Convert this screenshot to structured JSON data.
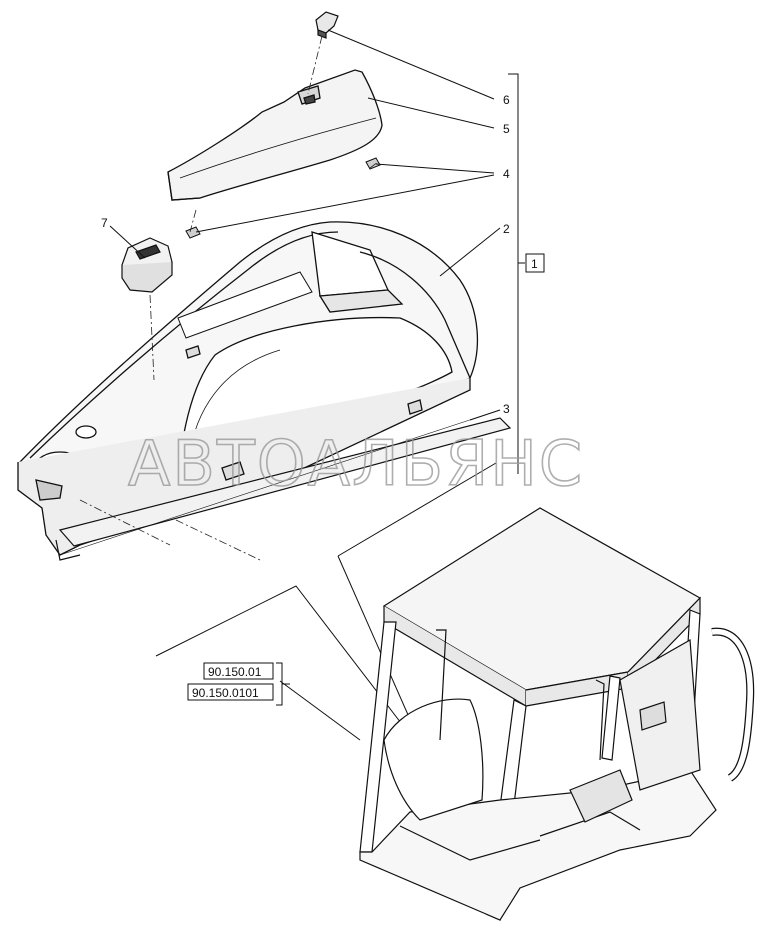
{
  "callouts": [
    "6",
    "5",
    "4",
    "7",
    "2",
    "1",
    "3"
  ],
  "references": [
    "90.150.01",
    "90.150.0101"
  ],
  "watermark": "АВТОАЛЬЯНС"
}
